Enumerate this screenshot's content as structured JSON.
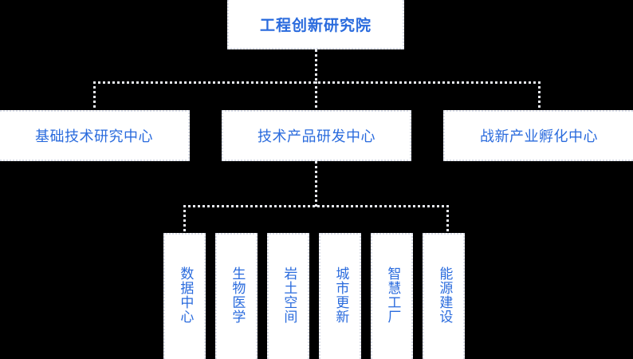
{
  "diagram": {
    "title": "工程创新研究院",
    "accent_color": "#2a6bdd",
    "background_color": "#000000",
    "box_fill_color": "#ffffff",
    "connector_color": "#e8eaf0",
    "root": {
      "label": "工程创新研究院"
    },
    "centers": [
      {
        "label": "基础技术研究中心"
      },
      {
        "label": "技术产品研发中心"
      },
      {
        "label": "战新产业孵化中心"
      }
    ],
    "units": [
      {
        "label": "数据中心"
      },
      {
        "label": "生物医学"
      },
      {
        "label": "岩土空间"
      },
      {
        "label": "城市更新"
      },
      {
        "label": "智慧工厂"
      },
      {
        "label": "能源建设"
      }
    ]
  }
}
